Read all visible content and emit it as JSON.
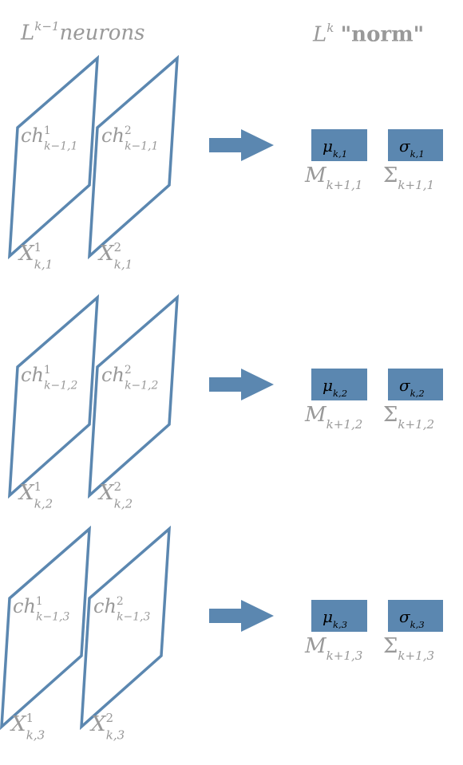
{
  "header": {
    "left_base": "L",
    "left_sup": "k−1",
    "left_word": "neurons",
    "right_base": "L",
    "right_sup": "k",
    "right_word": "\"norm\""
  },
  "rows": [
    {
      "ch_label_1": "ch",
      "ch_label_1_sup": "1",
      "ch_label_1_sub": "k−1,1",
      "ch_label_2": "ch",
      "ch_label_2_sup": "2",
      "ch_label_2_sub": "k−1,1",
      "x_label_1": "X",
      "x_label_1_sup": "1",
      "x_label_1_sub": "k,1",
      "x_label_2": "X",
      "x_label_2_sup": "2",
      "x_label_2_sub": "k,1",
      "mu": "μ",
      "mu_sub": "k,1",
      "sigma": "σ",
      "sigma_sub": "k,1",
      "M": "M",
      "M_sub": "k+1,1",
      "Sigma": "Σ",
      "Sigma_sub": "k+1,1"
    },
    {
      "ch_label_1": "ch",
      "ch_label_1_sup": "1",
      "ch_label_1_sub": "k−1,2",
      "ch_label_2": "ch",
      "ch_label_2_sup": "2",
      "ch_label_2_sub": "k−1,2",
      "x_label_1": "X",
      "x_label_1_sup": "1",
      "x_label_1_sub": "k,2",
      "x_label_2": "X",
      "x_label_2_sup": "2",
      "x_label_2_sub": "k,2",
      "mu": "μ",
      "mu_sub": "k,2",
      "sigma": "σ",
      "sigma_sub": "k,2",
      "M": "M",
      "M_sub": "k+1,2",
      "Sigma": "Σ",
      "Sigma_sub": "k+1,2"
    },
    {
      "ch_label_1": "ch",
      "ch_label_1_sup": "1",
      "ch_label_1_sub": "k−1,3",
      "ch_label_2": "ch",
      "ch_label_2_sup": "2",
      "ch_label_2_sub": "k−1,3",
      "x_label_1": "X",
      "x_label_1_sup": "1",
      "x_label_1_sub": "k,3",
      "x_label_2": "X",
      "x_label_2_sup": "2",
      "x_label_2_sub": "k,3",
      "mu": "μ",
      "mu_sub": "k,3",
      "sigma": "σ",
      "sigma_sub": "k,3",
      "M": "M",
      "M_sub": "k+1,3",
      "Sigma": "Σ",
      "Sigma_sub": "k+1,3"
    }
  ],
  "colors": {
    "stroke": "#5b87b0",
    "box_fill": "#5b87b0",
    "label_gray": "#999999",
    "box_text": "#000000"
  }
}
